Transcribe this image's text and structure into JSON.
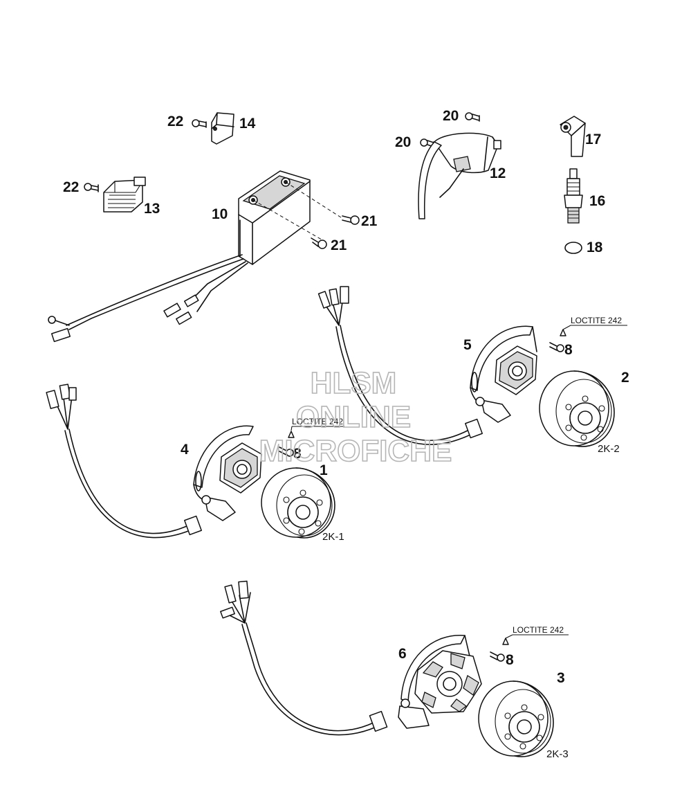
{
  "watermark": {
    "line1": "HLSM",
    "line2": "ONLINE",
    "line3": "MICROFICHE"
  },
  "callouts": {
    "p1": "1",
    "p2": "2",
    "p3": "3",
    "p4": "4",
    "p5": "5",
    "p6": "6",
    "p8a": "8",
    "p8b": "8",
    "p8c": "8",
    "p10": "10",
    "p12": "12",
    "p13": "13",
    "p14": "14",
    "p16": "16",
    "p17": "17",
    "p18": "18",
    "p20a": "20",
    "p20b": "20",
    "p21a": "21",
    "p21b": "21",
    "p22a": "22",
    "p22b": "22"
  },
  "variant_labels": {
    "v1": "2K-1",
    "v2": "2K-2",
    "v3": "2K-3"
  },
  "notes": {
    "loctite_a": "LOCTITE 242",
    "loctite_b": "LOCTITE 242",
    "loctite_c": "LOCTITE 242"
  }
}
